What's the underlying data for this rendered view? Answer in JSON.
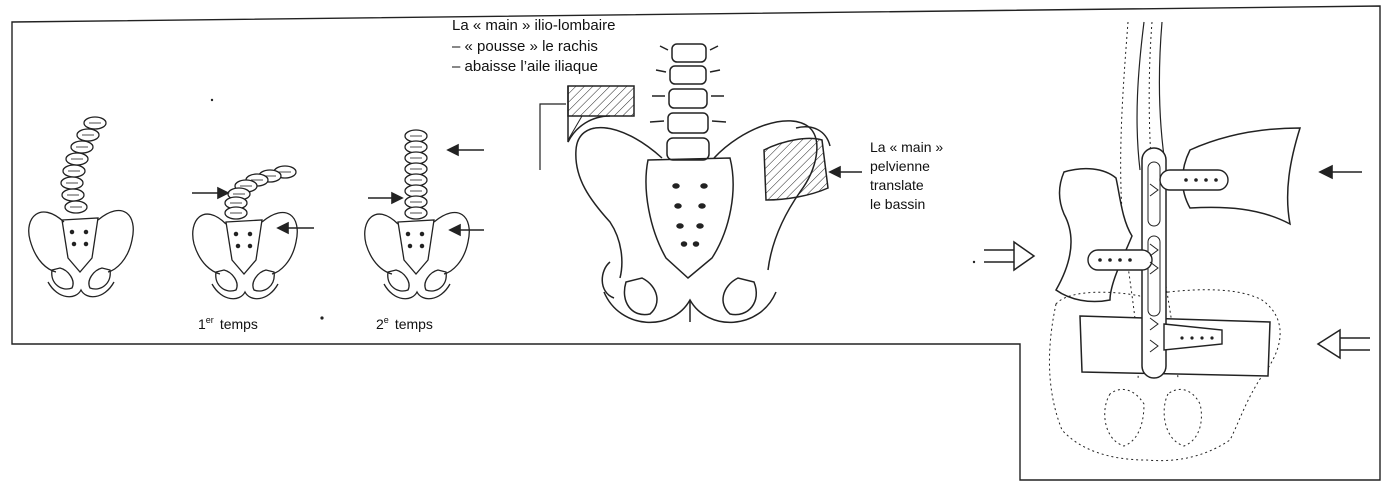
{
  "labels": {
    "top_title": "La « main » ilio-lombaire",
    "top_line2": "– « pousse » le rachis",
    "top_line3": "– abaisse l’aile iliaque",
    "pelvic_line1": "La « main »",
    "pelvic_line2": "pelvienne",
    "pelvic_line3": "translate",
    "pelvic_line4": "le bassin",
    "first_step_num": "1",
    "first_step_sup": "er",
    "first_step_word": "temps",
    "second_step_num": "2",
    "second_step_sup": "e",
    "second_step_word": "temps"
  },
  "colors": {
    "ink": "#1a1a1a",
    "paper": "#ffffff"
  }
}
